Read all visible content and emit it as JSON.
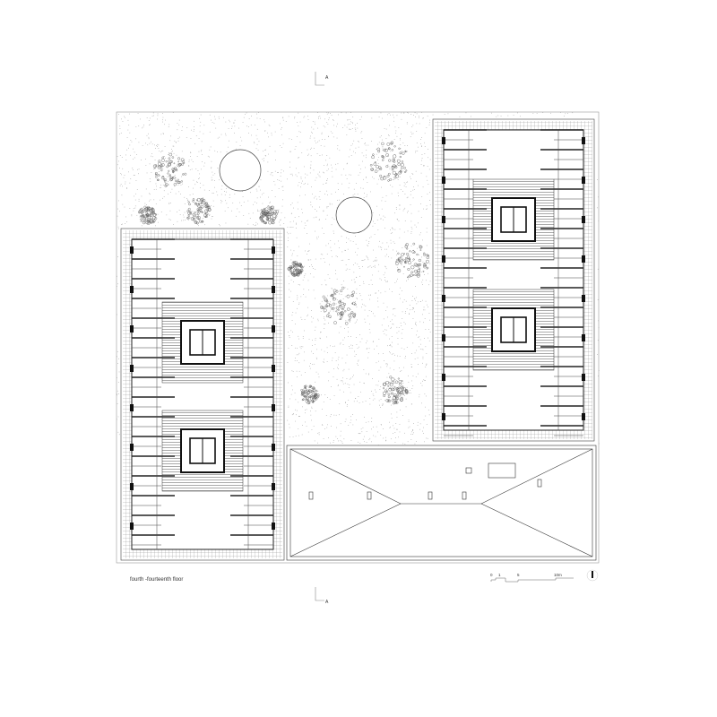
{
  "drawing": {
    "caption": "fourth -fourteenth floor",
    "section_marker_top": "A",
    "section_marker_bottom": "A",
    "scale_bar": {
      "labels": [
        "0",
        "1",
        "5",
        "10m"
      ]
    },
    "line_color": "#222222",
    "landscape_dot_color": "#9a9a9a"
  }
}
